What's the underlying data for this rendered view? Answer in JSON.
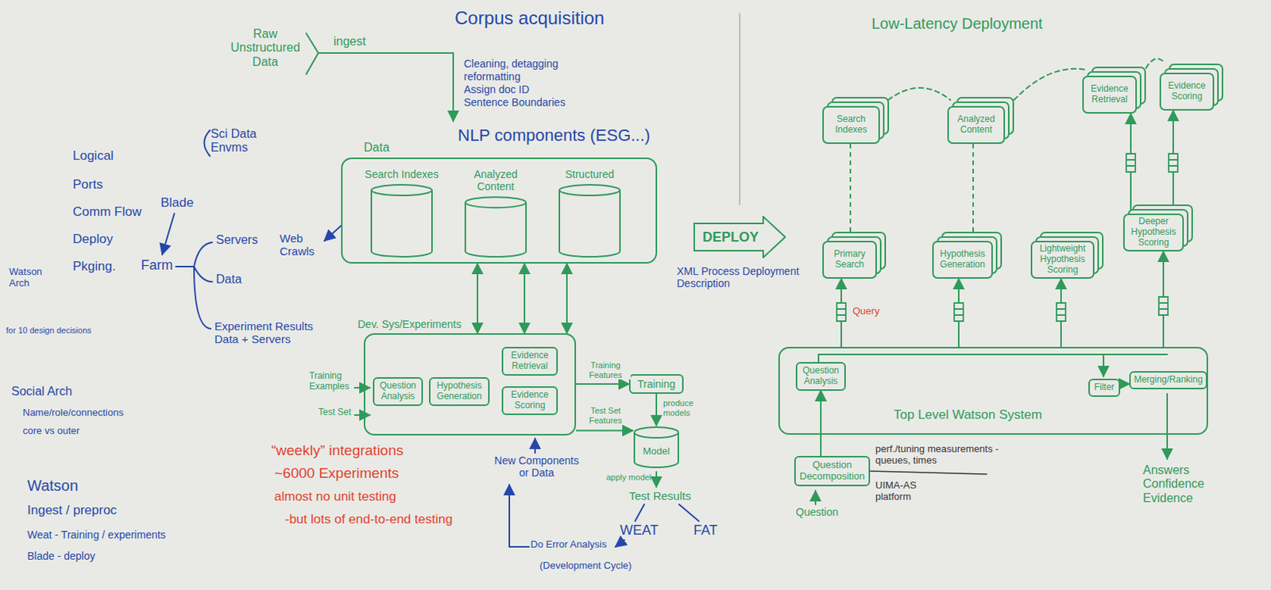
{
  "diagram": {
    "nodes": [
      {
        "text": [
          "Data"
        ]
      },
      {
        "text": [
          "Search Indexes"
        ],
        "in": 0
      },
      {
        "text": [
          "Analyzed Content"
        ],
        "in": 0
      },
      {
        "text": [
          "Structured"
        ],
        "in": 0
      },
      {
        "text": [
          "Dev. Sys/Experiments"
        ]
      },
      {
        "text": [
          "Question Analysis"
        ],
        "in": 4
      },
      {
        "text": [
          "Hypothesis Generation"
        ],
        "in": 4
      },
      {
        "text": [
          "Evidence Retrieval"
        ],
        "in": 4
      },
      {
        "text": [
          "Evidence Scoring"
        ],
        "in": 4
      },
      {
        "text": [
          "Training"
        ]
      },
      {
        "text": [
          "Model"
        ]
      },
      {
        "text": [
          "DEPLOY"
        ]
      },
      {
        "text": [
          "Search Indexes"
        ]
      },
      {
        "text": [
          "Analyzed Content"
        ]
      },
      {
        "text": [
          "Evidence Retrieval"
        ]
      },
      {
        "text": [
          "Evidence Scoring"
        ]
      },
      {
        "text": [
          "Primary Search"
        ]
      },
      {
        "text": [
          "Hypothesis Generation"
        ]
      },
      {
        "text": [
          "Lightweight Hypothesis Scoring"
        ]
      },
      {
        "text": [
          "Deeper Hypothesis Scoring"
        ]
      },
      {
        "text": [
          "Top Level Watson System"
        ]
      },
      {
        "text": [
          "Question Analysis"
        ],
        "in": 20
      },
      {
        "text": [
          "Filter"
        ],
        "in": 20
      },
      {
        "text": [
          "Merging/Ranking"
        ],
        "in": 20
      },
      {
        "text": [
          "Question Decomposition"
        ]
      }
    ],
    "edges": [
      {
        "from": 0,
        "to": 4,
        "arrow": "both"
      },
      {
        "from": 0,
        "to": 4,
        "arrow": "both"
      },
      {
        "from": 0,
        "to": 4,
        "arrow": "both"
      },
      {
        "from": 4,
        "to": 9,
        "label": "Training Features",
        "arrow": "to"
      },
      {
        "from": 9,
        "to": 10,
        "label": "produce models",
        "arrow": "to"
      },
      {
        "from": 4,
        "to": 10,
        "label": "Test Set Features",
        "arrow": "to"
      },
      {
        "from": 12,
        "to": 16,
        "arrow": "none"
      },
      {
        "from": 13,
        "to": 17,
        "arrow": "none"
      },
      {
        "from": 19,
        "to": 14,
        "arrow": "to"
      },
      {
        "from": 19,
        "to": 15,
        "arrow": "to"
      },
      {
        "from": 20,
        "to": 16,
        "label": "Query",
        "arrow": "to"
      },
      {
        "from": 20,
        "to": 17,
        "arrow": "to"
      },
      {
        "from": 20,
        "to": 18,
        "arrow": "to"
      },
      {
        "from": 20,
        "to": 19,
        "arrow": "to"
      },
      {
        "from": 22,
        "to": 23,
        "arrow": "to"
      },
      {
        "from": 24,
        "to": 21,
        "arrow": "to"
      }
    ],
    "labels": [
      "Raw Unstructured Data",
      "ingest",
      "Corpus acquisition",
      "Cleaning, detagging",
      "reformatting",
      "Assign doc ID",
      "Sentence Boundaries",
      "NLP components (ESG...)",
      "Sci Data Envms",
      "Logical",
      "Ports",
      "Comm Flow",
      "Deploy",
      "Pkging.",
      "Watson Arch",
      "Blade",
      "Farm",
      "Web Crawls",
      "Servers",
      "Data",
      "Experiment Results Data + Servers",
      "for 10 design decisions",
      "Training Examples",
      "Test Set",
      "Social Arch",
      "Name/role/connections",
      "core vs outer",
      "Watson",
      "Ingest / preproc",
      "Weat - Training / experiments",
      "Blade - deploy",
      "“weekly” integrations",
      "~6000 Experiments",
      "almost no unit testing",
      "-but lots of end-to-end testing",
      "New Components or Data",
      "apply model",
      "Test Results",
      "WEAT",
      "FAT",
      "Do Error Analysis",
      "(Development Cycle)",
      "XML Process Deployment Description",
      "Low-Latency Deployment",
      "Question",
      "perf./tuning measurements -queues, times",
      "UIMA-AS platform",
      "Answers Confidence Evidence"
    ]
  }
}
